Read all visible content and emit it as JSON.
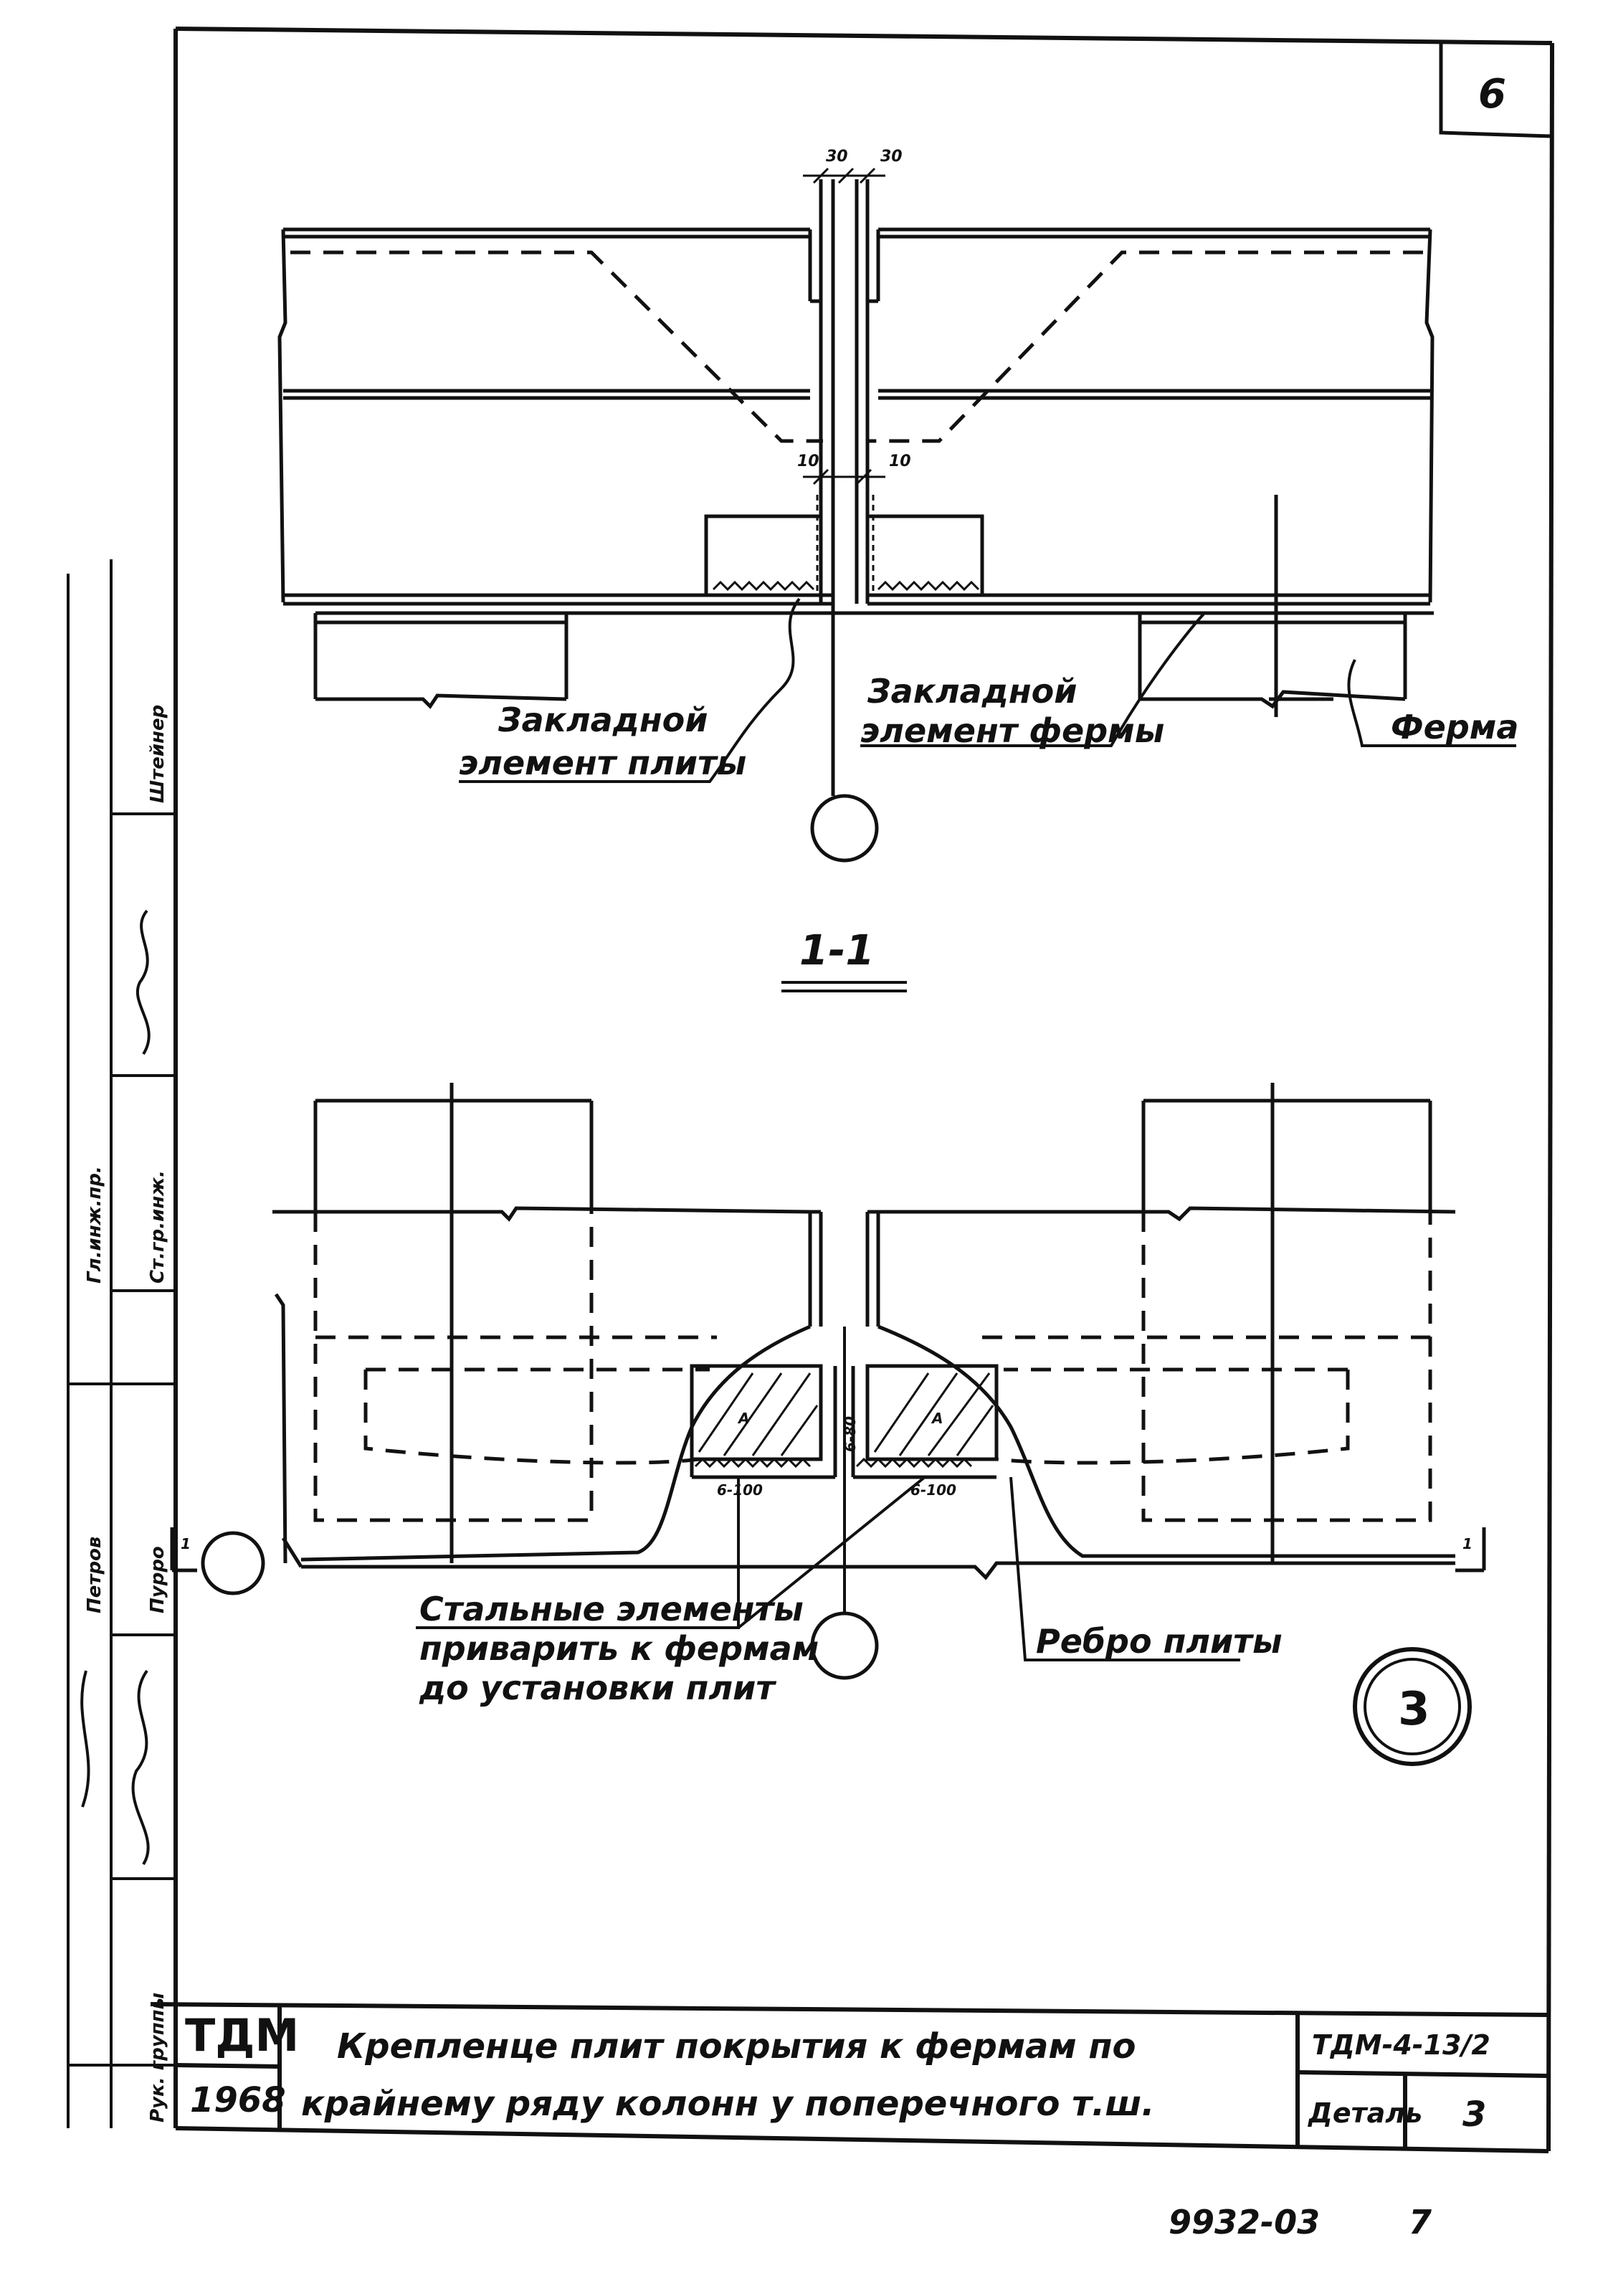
{
  "sheet": {
    "sheet_number": "6",
    "section_mark": "1-1",
    "detail_callout": "3",
    "footer_code": "9932-03",
    "footer_page": "7"
  },
  "upper_drawing": {
    "dim_top_left": "30",
    "dim_top_right": "30",
    "dim_mid_left": "10",
    "dim_mid_right": "10",
    "label_plate_embed": [
      "Закладной",
      "элемент плиты"
    ],
    "label_truss_embed": [
      "Закладной",
      "элемент фермы"
    ],
    "label_truss": "Ферма"
  },
  "lower_drawing": {
    "label_steel": [
      "Стальные элементы",
      "приварить к фермам",
      "до установки плит"
    ],
    "label_rib": "Ребро плиты",
    "weld_left": "6-100",
    "weld_right": "6-100",
    "weld_vertical": "6-80",
    "mark_left": "А",
    "mark_right": "А",
    "cut_left": "1",
    "cut_right": "1"
  },
  "side_stamp": [
    "Рук. группы",
    "Штейнер",
    "Гл.инж.пр.",
    "Ст.гр.инж.",
    "Петров",
    "Пурро"
  ],
  "title_block": {
    "brand": "ТДМ",
    "year": "1968",
    "title_line1": "Крепленце плит покрытия к фермам по",
    "title_line2": "крайнему ряду колонн у поперечного т.ш.",
    "doc_code": "ТДМ-4-13/2",
    "detail_label": "Деталь",
    "detail_number": "3"
  }
}
